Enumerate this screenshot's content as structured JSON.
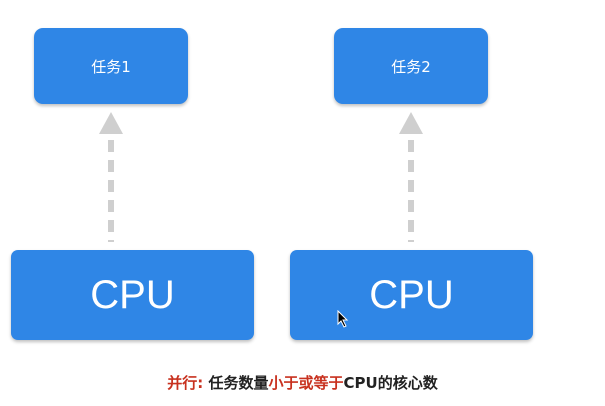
{
  "tasks": [
    {
      "label": "任务1"
    },
    {
      "label": "任务2"
    }
  ],
  "cpus": [
    {
      "label": "CPU"
    },
    {
      "label": "CPU"
    }
  ],
  "caption": {
    "prefix": "并行:",
    "part1": " 任务数量",
    "highlight": "小于或等于",
    "part2": "CPU的核心数"
  },
  "colors": {
    "box": "#2f86e6",
    "arrow": "#cfcfcf",
    "highlight": "#c8311f"
  },
  "icons": {
    "arrow": "dashed-up-arrow-icon",
    "cursor": "mouse-pointer-icon"
  }
}
